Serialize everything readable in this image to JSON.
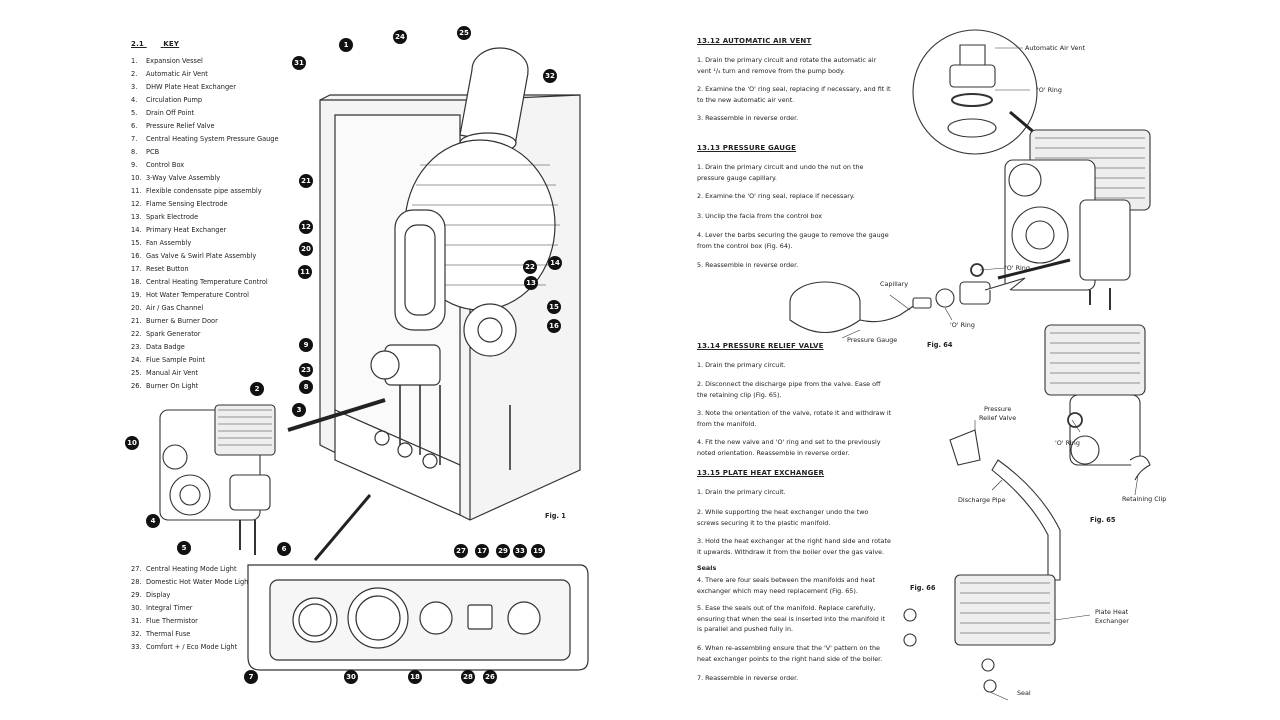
{
  "left_page": {
    "key_heading_num": "2.1",
    "key_heading": "KEY",
    "key_items": [
      {
        "n": "1.",
        "t": "Expansion Vessel"
      },
      {
        "n": "2.",
        "t": "Automatic Air Vent"
      },
      {
        "n": "3.",
        "t": "DHW Plate Heat Exchanger"
      },
      {
        "n": "4.",
        "t": "Circulation Pump"
      },
      {
        "n": "5.",
        "t": "Drain Off Point"
      },
      {
        "n": "6.",
        "t": "Pressure Relief Valve"
      },
      {
        "n": "7.",
        "t": "Central Heating System Pressure Gauge"
      },
      {
        "n": "8.",
        "t": "PCB"
      },
      {
        "n": "9.",
        "t": "Control Box"
      },
      {
        "n": "10.",
        "t": "3-Way Valve Assembly"
      },
      {
        "n": "11.",
        "t": "Flexible condensate pipe assembly"
      },
      {
        "n": "12.",
        "t": "Flame Sensing Electrode"
      },
      {
        "n": "13.",
        "t": "Spark Electrode"
      },
      {
        "n": "14.",
        "t": "Primary Heat Exchanger"
      },
      {
        "n": "15.",
        "t": "Fan Assembly"
      },
      {
        "n": "16.",
        "t": "Gas Valve & Swirl Plate Assembly"
      },
      {
        "n": "17.",
        "t": "Reset Button"
      },
      {
        "n": "18.",
        "t": "Central Heating Temperature Control"
      },
      {
        "n": "19.",
        "t": "Hot Water Temperature Control"
      },
      {
        "n": "20.",
        "t": "Air / Gas Channel"
      },
      {
        "n": "21.",
        "t": "Burner & Burner Door"
      },
      {
        "n": "22.",
        "t": "Spark Generator"
      },
      {
        "n": "23.",
        "t": "Data Badge"
      },
      {
        "n": "24.",
        "t": "Flue Sample Point"
      },
      {
        "n": "25.",
        "t": "Manual Air Vent"
      },
      {
        "n": "26.",
        "t": "Burner On Light"
      }
    ],
    "key_items_2": [
      {
        "n": "27.",
        "t": "Central Heating Mode Light"
      },
      {
        "n": "28.",
        "t": "Domestic Hot Water Mode Light"
      },
      {
        "n": "29.",
        "t": "Display"
      },
      {
        "n": "30.",
        "t": "Integral Timer"
      },
      {
        "n": "31.",
        "t": "Flue Thermistor"
      },
      {
        "n": "32.",
        "t": "Thermal Fuse"
      },
      {
        "n": "33.",
        "t": "Comfort + / Eco Mode Light"
      }
    ],
    "fig_label": "Fig. 1",
    "callouts": [
      "1",
      "2",
      "3",
      "4",
      "5",
      "6",
      "7",
      "8",
      "9",
      "10",
      "11",
      "12",
      "13",
      "14",
      "15",
      "16",
      "17",
      "18",
      "19",
      "20",
      "21",
      "22",
      "23",
      "24",
      "25",
      "26",
      "27",
      "28",
      "29",
      "30",
      "31",
      "32",
      "33"
    ]
  },
  "right_page": {
    "s1212": {
      "title": "13.12     AUTOMATIC AIR VENT",
      "p1": "1. Drain the primary circuit and rotate the automatic air vent ¹/₄ turn and remove from the pump body.",
      "p2": "2. Examine the 'O' ring seal, replacing if necessary, and fit it to the new automatic air vent.",
      "p3": "3. Reassemble in reverse order."
    },
    "s1213": {
      "title": "13.13     PRESSURE GAUGE",
      "p1": "1. Drain the primary circuit and undo the nut on the pressure gauge capillary.",
      "p2": "2. Examine the 'O' ring seal, replace if necessary.",
      "p3": "3. Unclip the facia from the control box",
      "p4": "4. Lever the barbs securing the gauge to remove the gauge from the control box (Fig. 64).",
      "p5": "5. Reassemble in reverse order."
    },
    "s1214": {
      "title": "13.14     PRESSURE RELIEF VALVE",
      "p1": "1. Drain the primary circuit.",
      "p2": "2. Disconnect the discharge pipe from the valve. Ease off the retaining clip (Fig. 65).",
      "p3": "3. Note the orientation of the valve, rotate it and withdraw it from the manifold.",
      "p4": "4. Fit the new valve and 'O' ring and set to the previously noted orientation. Reassemble in reverse order."
    },
    "s1215": {
      "title": "13.15     PLATE HEAT EXCHANGER",
      "p1": "1. Drain the primary circuit.",
      "p2": "2. While supporting the heat exchanger undo the two screws securing it to the plastic manifold.",
      "p3": "3. Hold the heat exchanger at the right hand side and rotate it upwards. Withdraw it from the boiler over the gas valve.",
      "seals_title": "Seals",
      "p4": "4. There are four seals between the manifolds and heat exchanger which may need replacement (Fig. 65).",
      "p5": "5. Ease the seals out of the manifold. Replace carefully, ensuring that when the seal is inserted into the manifold it is parallel and pushed fully in.",
      "p6": "6. When re-assembling ensure that the 'V' pattern on the heat exchanger points to the right hand side of the boiler.",
      "p7": "7. Reassemble in reverse order."
    },
    "labels": {
      "aav": "Automatic Air Vent",
      "oring1": "'O' Ring",
      "oring2": "'O' Ring",
      "oring3": "'O' Ring",
      "oring4": "'O' Ring",
      "capillary": "Capillary",
      "pressure_gauge": "Pressure Gauge",
      "prv": "Pressure",
      "prv2": "Relief Valve",
      "discharge": "Discharge Pipe",
      "retaining": "Retaining Clip",
      "phe": "Plate Heat",
      "phe2": "Exchanger",
      "seal": "Seal"
    },
    "figs": {
      "f64": "Fig. 64",
      "f65": "Fig. 65",
      "f66": "Fig. 66"
    }
  }
}
